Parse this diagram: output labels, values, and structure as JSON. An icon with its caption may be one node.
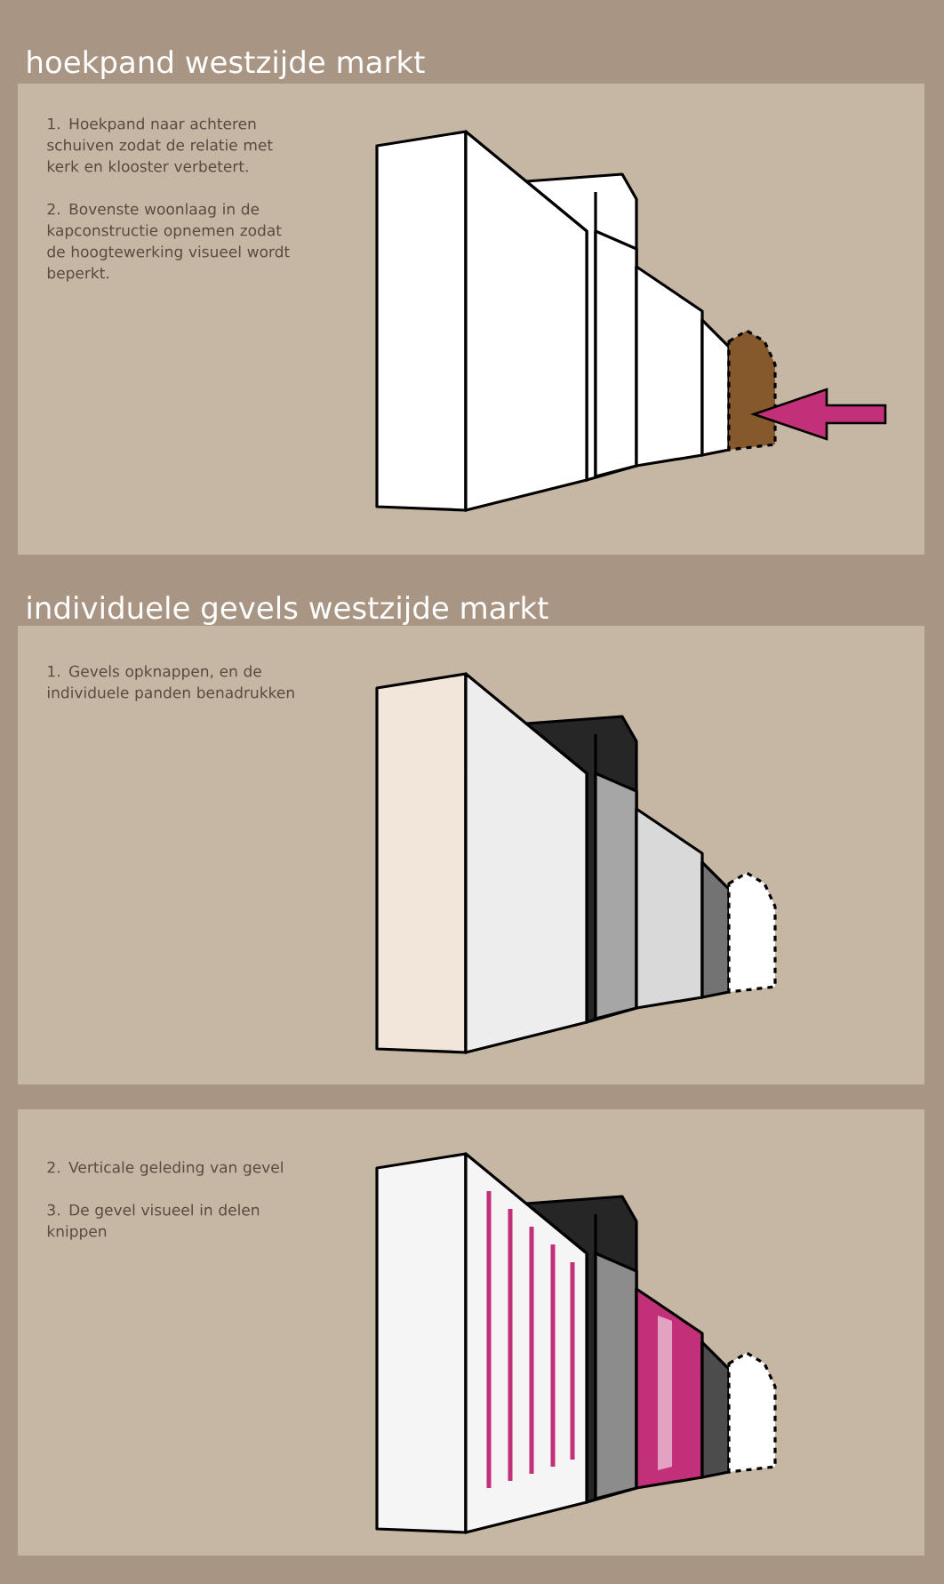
{
  "diagram": {
    "nodes": [
      {
        "text": [
          "hoekpand westzijde markt",
          "1. Hoekpand naar achteren schuiven zodat de relatie met kerk en klooster verbetert.",
          "2. Bovenste woonlaag in de kapconstructie opnemen zodat de hoogtewerking visueel wordt beperkt."
        ]
      },
      {
        "text": [
          "individuele gevels westzijde markt",
          "1. Gevels opknappen, en de individuele panden benadrukken"
        ]
      },
      {
        "text": [
          "2. Verticale geleding van gevel",
          "3. De gevel visueel in delen knippen"
        ]
      }
    ]
  }
}
